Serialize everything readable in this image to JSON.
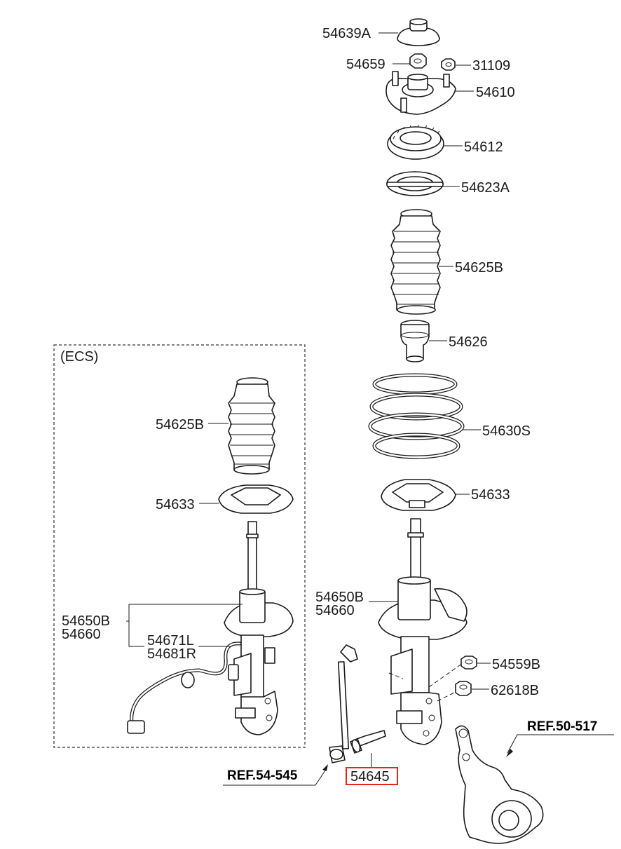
{
  "labels": {
    "top_mount_cap": "54639A",
    "nut_center": "54659",
    "nut_side": "31109",
    "strut_mount": "54610",
    "bearing": "54612",
    "spring_pad_upper": "54623A",
    "dust_cover_main": "54625B",
    "bump_stopper": "54626",
    "coil_spring": "54630S",
    "spring_pad_lower_main": "54633",
    "strut_main_line1": "54650B",
    "strut_main_line2": "54660",
    "nut_flange": "54559B",
    "nut_lock": "62618B",
    "bolt_highlighted": "54645",
    "ref_stabilizer": "REF.54-545",
    "ref_knuckle": "REF.50-517"
  },
  "ecs": {
    "title": "(ECS)",
    "dust_cover": "54625B",
    "spring_pad_lower": "54633",
    "strut_line1": "54650B",
    "strut_line2": "54660",
    "sensor_line1": "54671L",
    "sensor_line2": "54681R"
  },
  "highlight_color": "#e1261c"
}
